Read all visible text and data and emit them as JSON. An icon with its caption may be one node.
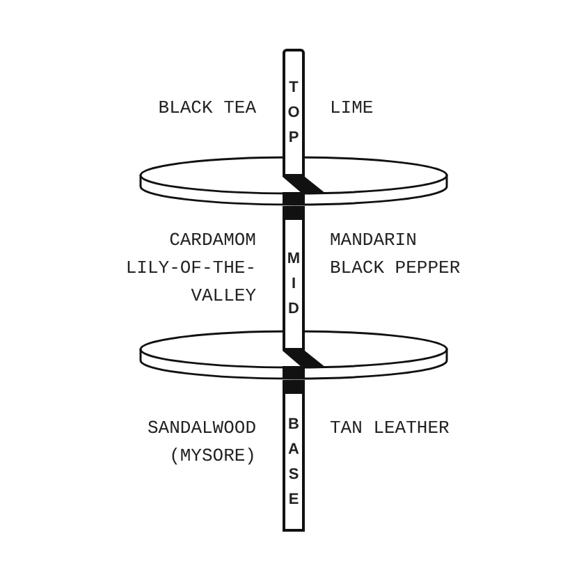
{
  "diagram": {
    "nodes": [
      {
        "text": [
          "TOP"
        ]
      },
      {
        "text": [
          "MID"
        ]
      },
      {
        "text": [
          "BASE"
        ]
      }
    ],
    "labels": [
      "BLACK TEA",
      "LIME",
      "CARDAMOM",
      "MANDARIN",
      "LILY-OF-THE-VALLEY",
      "BLACK PEPPER",
      "SANDALWOOD (MYSORE)",
      "TAN LEATHER"
    ]
  }
}
